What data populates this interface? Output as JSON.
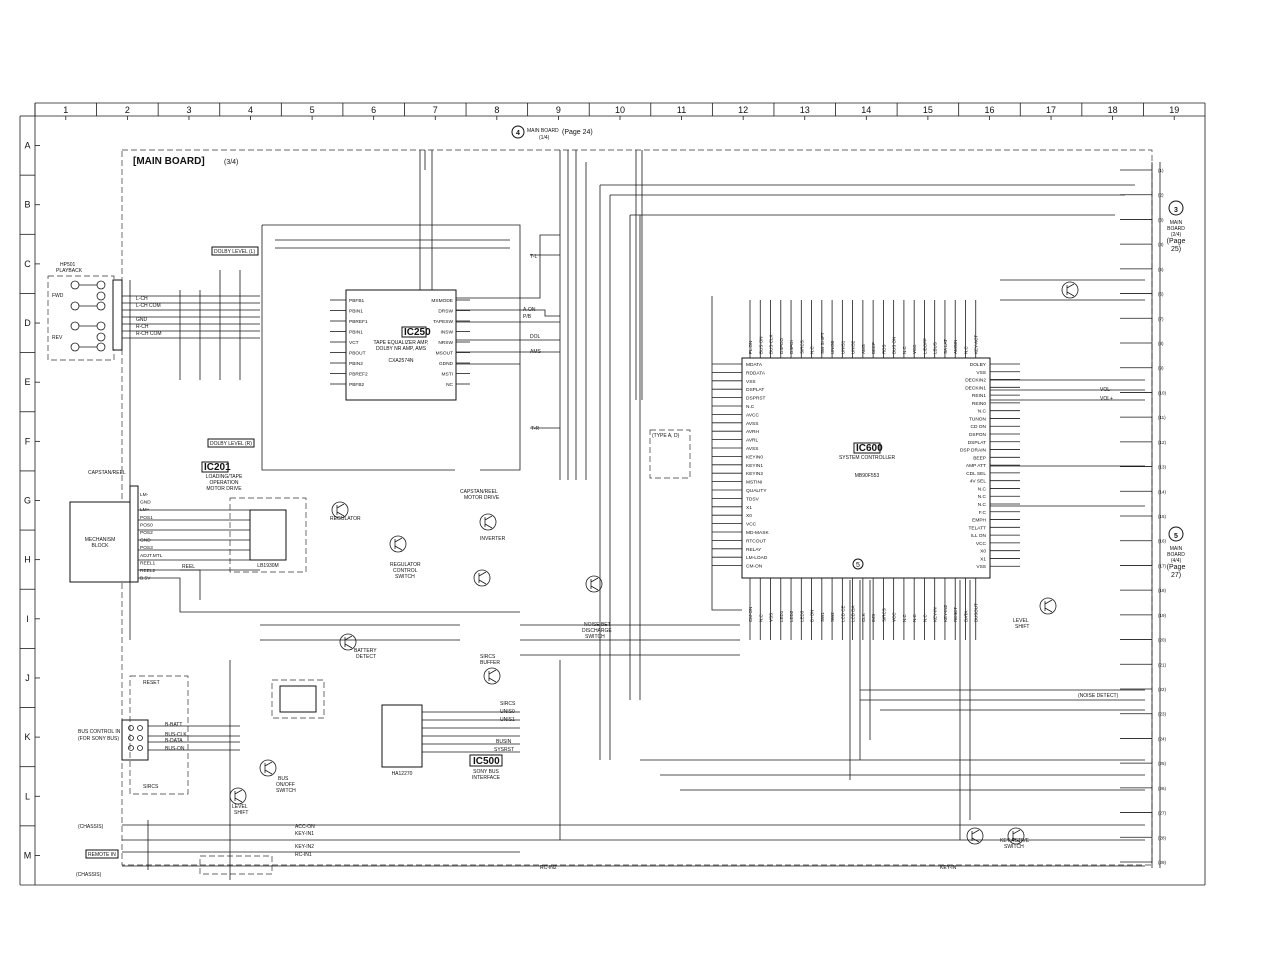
{
  "frame": {
    "columns": [
      "1",
      "2",
      "3",
      "4",
      "5",
      "6",
      "7",
      "8",
      "9",
      "10",
      "11",
      "12",
      "13",
      "14",
      "15",
      "16",
      "17",
      "18",
      "19"
    ],
    "rows": [
      "A",
      "B",
      "C",
      "D",
      "E",
      "F",
      "G",
      "H",
      "I",
      "J",
      "K",
      "L",
      "M"
    ]
  },
  "title": "[MAIN BOARD]",
  "title_sub": "(3/4)",
  "refs": {
    "top": {
      "num": "4",
      "text": "MAIN BOARD",
      "sub": "(1/4)",
      "page": "(Page 24)"
    },
    "right_upper": {
      "num": "3",
      "lines": [
        "MAIN",
        "BOARD",
        "(2/4)",
        "(Page",
        "25)"
      ]
    },
    "right_lower": {
      "num": "5",
      "lines": [
        "MAIN",
        "BOARD",
        "(4/4)",
        "(Page",
        "27)"
      ]
    }
  },
  "ics": {
    "ic250": {
      "name": "IC250",
      "desc": [
        "TAPE EQUALIZER AMP,",
        "DOLBY NR AMP, AMS"
      ],
      "part": "CXA2574N"
    },
    "ic600": {
      "name": "IC600",
      "desc": [
        "SYSTEM CONTROLLER"
      ],
      "part": "MB90F553"
    },
    "ic201": {
      "name": "IC201",
      "desc": [
        "LOADING/TAPE",
        "OPERATION",
        "MOTOR DRIVE"
      ],
      "part": "LB1930M"
    },
    "ic500": {
      "name": "IC500",
      "desc": [
        "SONY BUS",
        "INTERFACE"
      ],
      "part": "HA12270"
    }
  },
  "labels": {
    "hp501": "HP501",
    "playback": "PLAYBACK",
    "fwd": "FWD",
    "rev": "REV",
    "mechanism": [
      "MECHANISM",
      "BLOCK"
    ],
    "capstan_reel": "CAPSTAN/REEL",
    "dolby_level_lt": "DOLBY LEVEL (L)",
    "dolby_level_rt": "DOLBY LEVEL (R)",
    "bus_control": [
      "BUS CONTROL IN",
      "(FOR SONY BUS)"
    ],
    "remote_in": "REMOTE IN",
    "chassis_top": "(CHASSIS)",
    "chassis_bottom": "(CHASSIS)",
    "reset": "RESET",
    "sircs": "SIRCS",
    "tuner": "(TYPE A, D)",
    "q_regulator": [
      "REGULATOR"
    ],
    "q_regulator_ctl": [
      "REGULATOR",
      "CONTROL",
      "SWITCH"
    ],
    "q_inverter": [
      "INVERTER"
    ],
    "q_capstan": [
      "CAPSTAN/REEL",
      "MOTOR DRIVE"
    ],
    "q_noise": [
      "NOISE BET",
      "DISCHARGE",
      "SWITCH"
    ],
    "q_sircs": [
      "SIRCS",
      "BUFFER"
    ],
    "q_battery": [
      "BATTERY",
      "DETECT"
    ],
    "q_bus_onoff": [
      "BUS",
      "ON/OFF",
      "SWITCH"
    ],
    "q_level_shift": [
      "LEVEL",
      "SHIFT"
    ],
    "q_level_shift2": [
      "LEVEL",
      "SHIFT"
    ],
    "q_key_active": [
      "KEY ACTIVE",
      "SWITCH"
    ],
    "q_noise_detect": "(NOISE DETECT)",
    "bus_on": "BUS-ON",
    "bus_clk": "BUS-CLK",
    "b_batt": "B-BATT",
    "b_data": "B-DATA",
    "vol_minus": "VOL-",
    "vol_plus": "VOL+"
  },
  "mech_pins": [
    "LM-",
    "GND",
    "LM+",
    "POS1",
    "POS0",
    "POS2",
    "GND",
    "POS3",
    "ADJT.MTL",
    "REEL1",
    "REEL2",
    "B.5V"
  ],
  "ic250_left_pins": [
    "PBFB1",
    "PBIN1",
    "PBREF1",
    "PBIN1",
    "VCT",
    "PBOUT",
    "PBIN2",
    "PBREF2",
    "PBFB2"
  ],
  "ic250_right_pins": [
    "MSMODE",
    "DRSW",
    "TAPESW",
    "INSW",
    "NRSW",
    "MSOUT",
    "GDND",
    "MSTI",
    "NC"
  ],
  "ic600_left_pins": [
    "MDATA",
    "RDDATA",
    "VSS",
    "DSPLAT",
    "DSPRST",
    "N.C",
    "AVCC",
    "AVSS",
    "AVRH",
    "AVRL",
    "AVSS",
    "KEYIN0",
    "KEYIN1",
    "KEYIN2",
    "MSTINI",
    "QUALITY",
    "TDSV",
    "X1",
    "X0",
    "VCC",
    "MD-MASK",
    "RTCOUT",
    "RELAY",
    "LM-LOAD",
    "CM-ON"
  ],
  "ic600_right_pins": [
    "DOLBY",
    "VSS",
    "DECKIN2",
    "DECKIN1",
    "REIN1",
    "REIN0",
    "N.C",
    "TUNON",
    "CD ON",
    "DSPON",
    "DSPLAT",
    "DSP DRAIN",
    "BEEP",
    "AMP ATT",
    "CDL SEL",
    "4V SEL",
    "N.C",
    "N.C",
    "N.C",
    "F.C",
    "EMPH",
    "TELATT",
    "ILL ON",
    "VCC",
    "X0",
    "X1",
    "VSS"
  ],
  "ic600_top_pins": [
    "FL.ON",
    "BUS-ON",
    "BUS-CLK",
    "DSPDO",
    "DSPDI",
    "SIRCS",
    "N.C",
    "SW SHIFT",
    "UNIS0",
    "UNIS1",
    "UNIS2",
    "AMS",
    "BEEP",
    "RDS",
    "BUS ON",
    "N.C",
    "VCC",
    "LIBOFF",
    "LBUS",
    "SA LAT",
    "AMSIN",
    "N.C",
    "KEY-ACT"
  ],
  "ic600_bottom_pins": [
    "CM-ON",
    "N.C",
    "VSS",
    "LED1",
    "LED2",
    "LED3",
    "B+ON",
    "SW1",
    "SW2",
    "LCD CE",
    "LCD DA",
    "CLK",
    "IMS",
    "SIRCS",
    "VCC",
    "N.C",
    "N.C",
    "N.C",
    "KEY-IN",
    "KEY-IN2",
    "RESET",
    "DATA",
    "BUSOUT"
  ],
  "connectors_right": [
    "(1)",
    "(2)",
    "(3)",
    "(4)",
    "(5)",
    "(6)",
    "(7)",
    "(8)",
    "(9)",
    "(10)",
    "(11)",
    "(12)",
    "(13)",
    "(14)",
    "(15)",
    "(16)",
    "(17)",
    "(18)",
    "(19)",
    "(20)",
    "(21)",
    "(22)",
    "(23)",
    "(24)",
    "(25)",
    "(26)",
    "(27)",
    "(28)",
    "(29)"
  ],
  "nets": {
    "t_l": "T-L",
    "t_r": "T-R",
    "a_on": "A-ON",
    "mode": "P/B",
    "dol": "DOL",
    "ams": "AMS",
    "key_in1": "KEY-IN1",
    "key_in2": "KEY-IN2",
    "key_in": "KEY-IN",
    "acc_on": "ACC-ON",
    "rc_in": "RC-IN1",
    "rc_in2": "RC-IN2",
    "sircs_net": "SIRCS",
    "unis": "UNIS0",
    "unis1": "UNIS1",
    "busin": "BUSIN",
    "sysrst": "SYSRST",
    "reel": "REEL",
    "l_ch": "L-CH",
    "r_ch": "R-CH",
    "l_com": "L-CH COM",
    "r_com": "R-CH COM",
    "gnd": "GND"
  }
}
